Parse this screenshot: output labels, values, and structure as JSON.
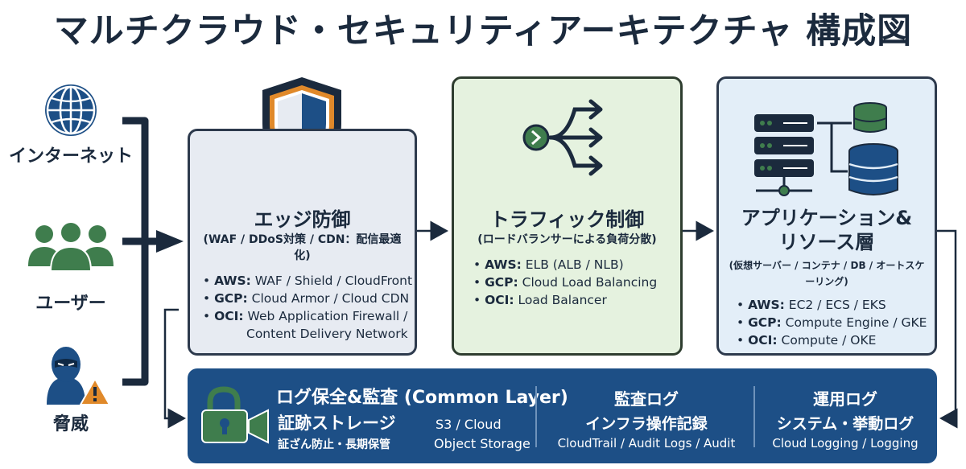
{
  "title": "マルチクラウド・セキュリティアーキテクチャ 構成図",
  "actors": [
    {
      "label": "インターネット",
      "icon": "globe-icon"
    },
    {
      "label": "ユーザー",
      "icon": "users-icon"
    },
    {
      "label": "脅威",
      "icon": "threat-hacker-icon"
    }
  ],
  "edge": {
    "title": "エッジ防御",
    "subtitle": "(WAF / DDoS対策 / CDN：配信最適化)",
    "icon": "shield-icon",
    "items": [
      {
        "provider": "AWS:",
        "text": " WAF / Shield / CloudFront"
      },
      {
        "provider": "GCP:",
        "text": " Cloud Armor / Cloud CDN"
      },
      {
        "provider": "OCI:",
        "text": " Web Application Firewall /",
        "cont": "Content Delivery Network"
      }
    ]
  },
  "traffic": {
    "title": "トラフィック制御",
    "subtitle": "(ロードバランサーによる負荷分散)",
    "icon": "load-balancer-icon",
    "items": [
      {
        "provider": "AWS:",
        "text": " ELB (ALB / NLB)"
      },
      {
        "provider": "GCP:",
        "text": " Cloud Load Balancing"
      },
      {
        "provider": "OCI:",
        "text": " Load Balancer"
      }
    ]
  },
  "app": {
    "title_line1": "アプリケーション&",
    "title_line2": "リソース層",
    "subtitle": "(仮想サーバー / コンテナ / DB / オートスケーリング)",
    "icon": "server-database-icon",
    "items": [
      {
        "provider": "AWS:",
        "text": " EC2 / ECS / EKS"
      },
      {
        "provider": "GCP:",
        "text": " Compute Engine / GKE"
      },
      {
        "provider": "OCI:",
        "text": " Compute / OKE"
      }
    ]
  },
  "bottom": {
    "icon": "lock-camera-icon",
    "title": "ログ保全&監査 (Common Layer)",
    "storage_title": "証跡ストレージ",
    "storage_sub": "証ざん防止・長期保管",
    "storage_service_1": "S3 / Cloud",
    "storage_service_2": "Object Storage",
    "audit_title": "監査ログ",
    "audit_sub": "インフラ操作記録",
    "audit_services": "CloudTrail / Audit Logs / Audit",
    "ops_title": "運用ログ",
    "ops_sub": "システム・挙動ログ",
    "ops_services": "Cloud Logging / Logging"
  },
  "colors": {
    "navy": "#1b2a3d",
    "accent_blue": "#1d4f86",
    "green": "#3f7d4d",
    "orange": "#e0892a",
    "edge_bg": "#e7ebf2",
    "traffic_bg": "#e5f2df",
    "app_bg": "#e3eef8"
  }
}
